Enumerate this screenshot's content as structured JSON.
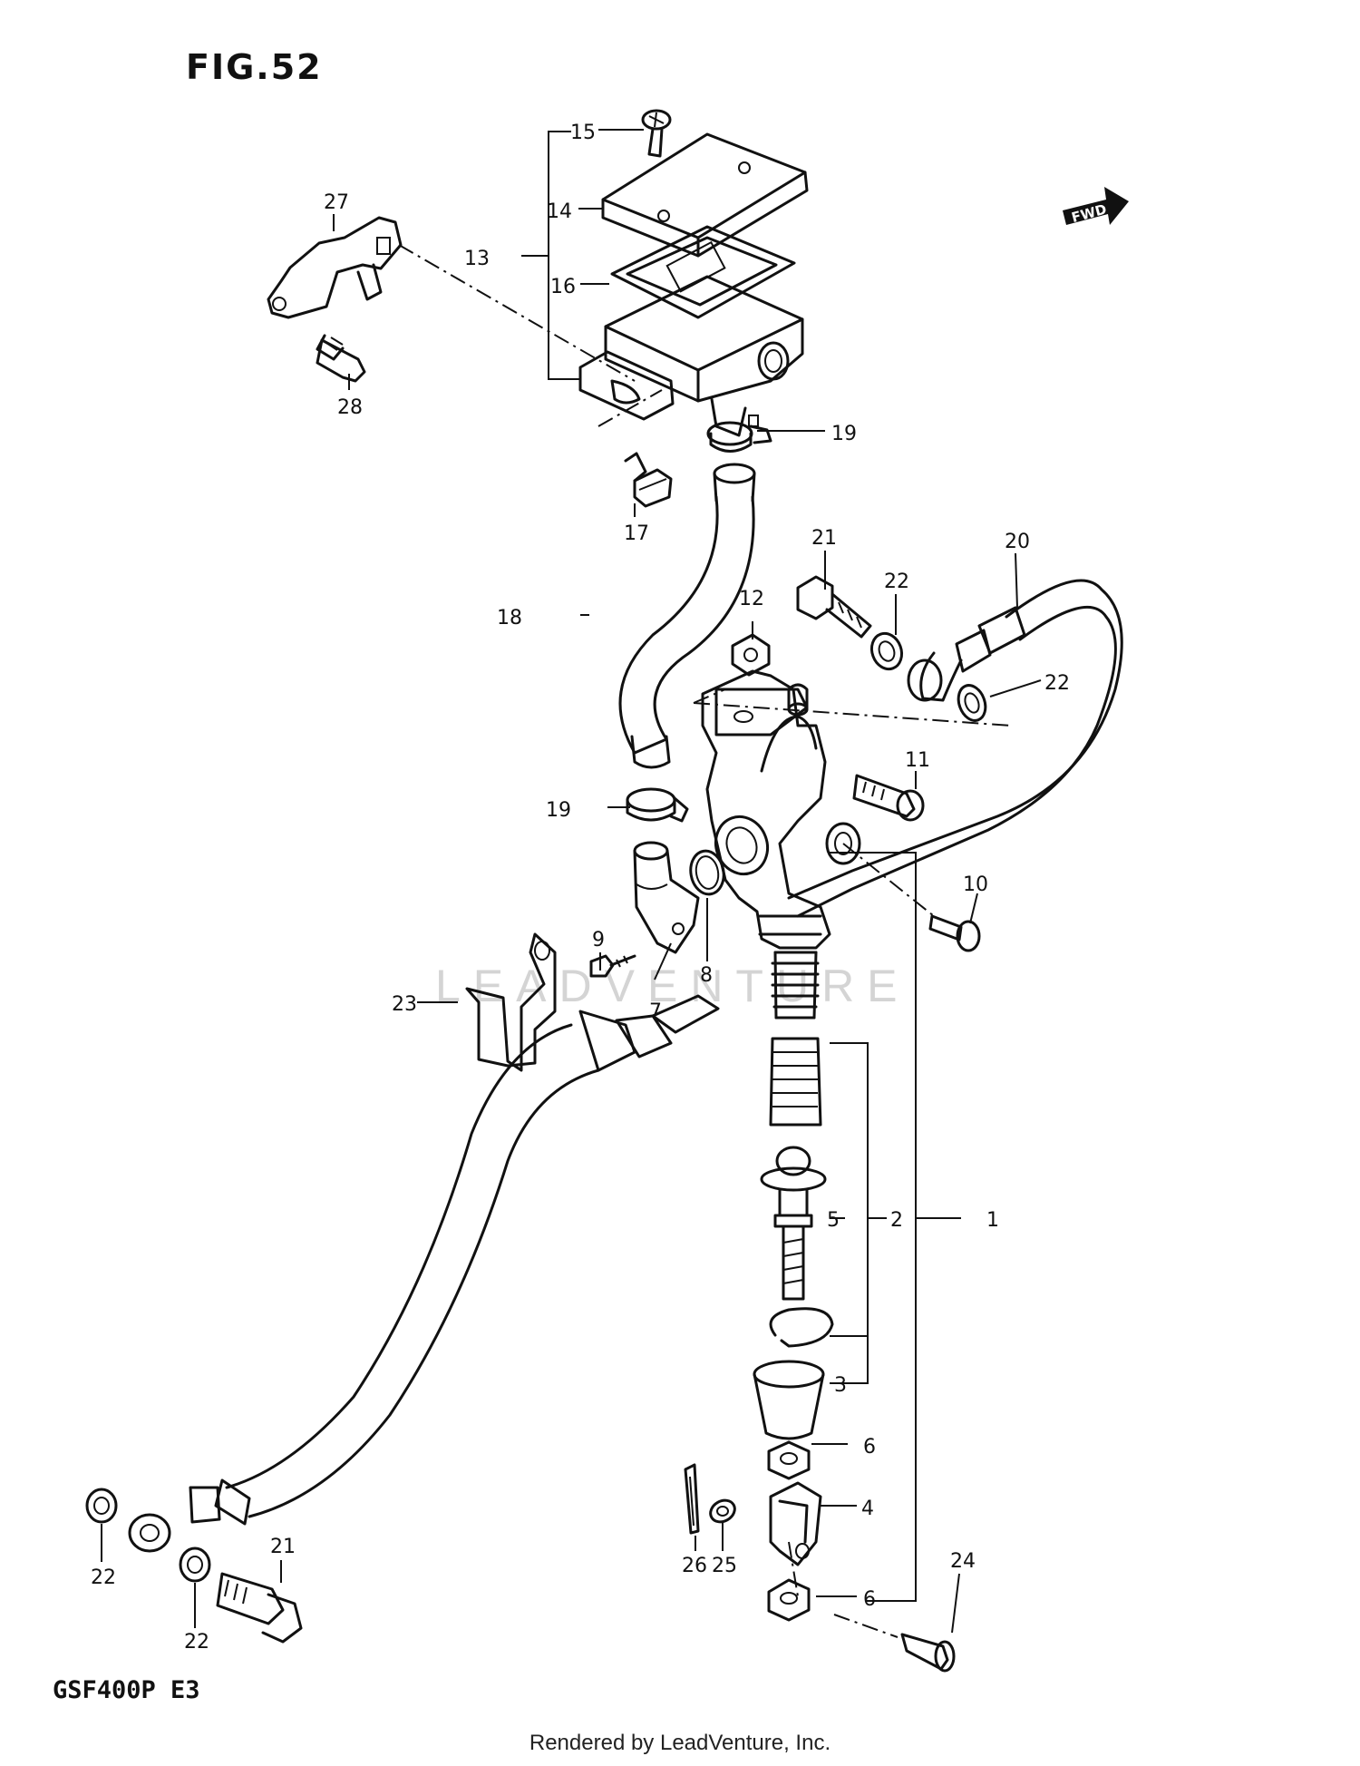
{
  "figure_title": "FIG.52",
  "model_code": "GSF400P E3",
  "footer": "Rendered by LeadVenture, Inc.",
  "watermark": "LEADVENTURE",
  "fwd_marker": "FWD",
  "callouts": {
    "c1": "1",
    "c2": "2",
    "c3": "3",
    "c4": "4",
    "c5": "5",
    "c6a": "6",
    "c6b": "6",
    "c7": "7",
    "c8": "8",
    "c9": "9",
    "c10": "10",
    "c11": "11",
    "c12": "12",
    "c13": "13",
    "c14": "14",
    "c15": "15",
    "c16": "16",
    "c17": "17",
    "c18": "18",
    "c19a": "19",
    "c19b": "19",
    "c20": "20",
    "c21a": "21",
    "c21b": "21",
    "c22a": "22",
    "c22b": "22",
    "c22c": "22",
    "c22d": "22",
    "c23": "23",
    "c24": "24",
    "c25": "25",
    "c26": "26",
    "c27": "27",
    "c28": "28"
  }
}
